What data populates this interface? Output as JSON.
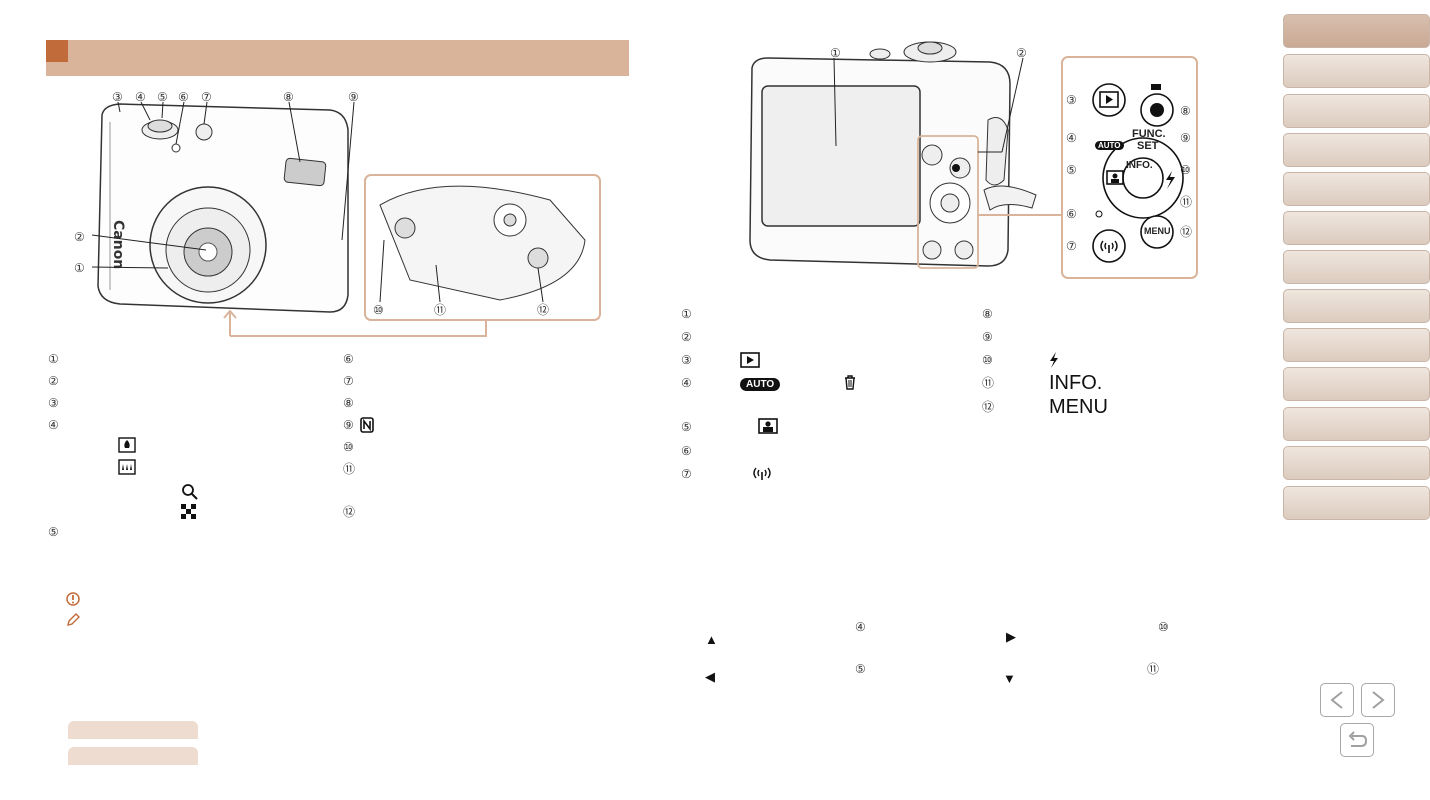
{
  "front": {
    "callouts": [
      "③",
      "④",
      "⑤",
      "⑥",
      "⑦",
      "⑧",
      "⑨",
      "②",
      "①",
      "⑩",
      "⑪",
      "⑫"
    ],
    "legend_left": [
      "①",
      "②",
      "③",
      "④"
    ],
    "legend_mid": [
      "⑥",
      "⑦",
      "⑧",
      "⑨",
      "⑩",
      "⑪",
      "⑫"
    ],
    "legend_5": "⑤"
  },
  "back": {
    "callouts_top": [
      "①",
      "②"
    ],
    "panel_callouts": [
      "③",
      "④",
      "⑤",
      "⑥",
      "⑦",
      "⑧",
      "⑨",
      "⑩",
      "⑪",
      "⑫"
    ],
    "legend_left": [
      "①",
      "②",
      "③",
      "④",
      "⑤",
      "⑥",
      "⑦"
    ],
    "legend_right": [
      "⑧",
      "⑨",
      "⑩",
      "⑪",
      "⑫"
    ],
    "info_label": "INFO.",
    "menu_label": "MENU",
    "func_label": "FUNC.",
    "set_label": "SET",
    "auto_label": "AUTO"
  },
  "dir": {
    "up_ref": "④",
    "right_ref": "⑩",
    "left_ref": "⑤",
    "down_ref": "⑪"
  },
  "tabs": [
    "",
    "",
    "",
    "",
    "",
    "",
    "",
    "",
    "",
    "",
    "",
    ""
  ],
  "icons": {
    "playback": "playback-icon",
    "delete": "trash-icon",
    "flash": "flash-icon",
    "wifi": "wifi-icon",
    "nfc": "nfc-icon",
    "magnify": "magnify-icon",
    "caution": "caution-icon",
    "note": "note-icon",
    "prev": "prev-page-icon",
    "next": "next-page-icon",
    "return": "return-icon"
  },
  "colors": {
    "accent": "#d9b49a",
    "accent_dark": "#c26b3a"
  }
}
